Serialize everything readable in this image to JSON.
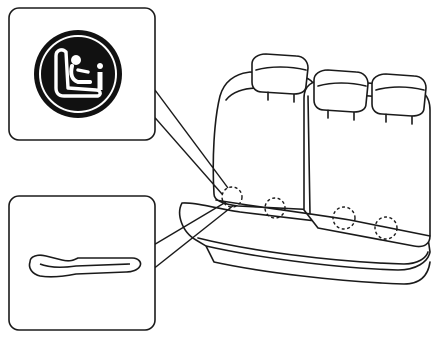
{
  "diagram": {
    "callouts": [
      {
        "id": "isofix-symbol",
        "icon": "child-seat-anchor-symbol-icon",
        "text": ""
      },
      {
        "id": "anchor-bar",
        "icon": "lower-anchor-bar-icon",
        "text": ""
      }
    ],
    "anchor_marker_count": 4,
    "headrest_count": 3,
    "colors": {
      "line": "#1a1a1a",
      "background": "#ffffff",
      "symbol_fill": "#111111"
    }
  }
}
